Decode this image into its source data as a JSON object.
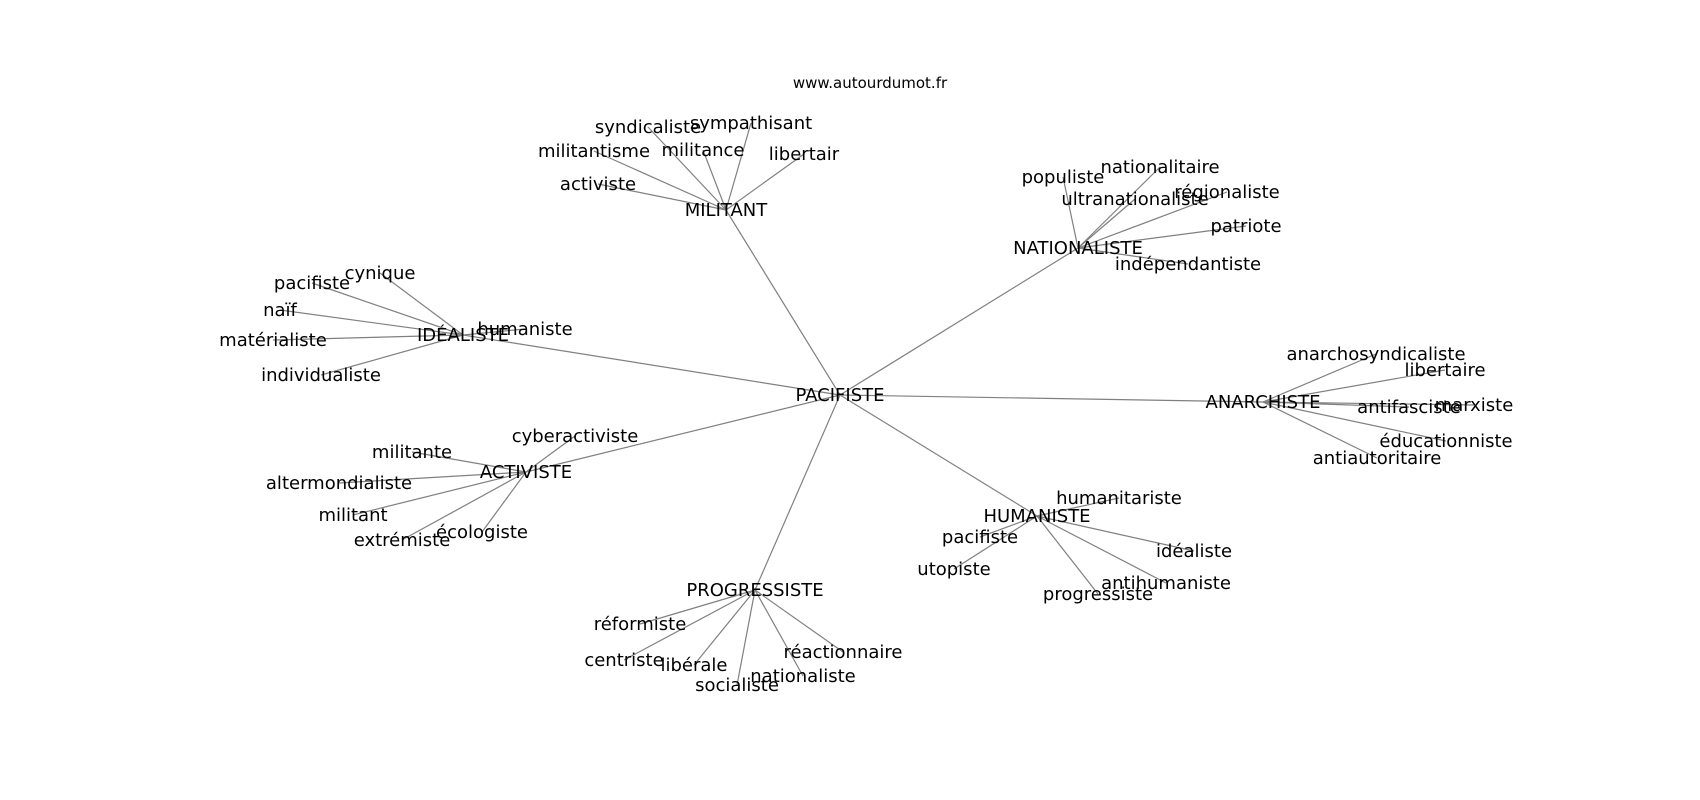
{
  "credit": "www.autourdumot.fr",
  "root": "PACIFISTE",
  "clusters": [
    {
      "id": "militant",
      "label": "MILITANT",
      "words": [
        "syndicaliste",
        "sympathisant",
        "militantisme",
        "militance",
        "libertair",
        "activiste"
      ]
    },
    {
      "id": "nationaliste",
      "label": "NATIONALISTE",
      "words": [
        "populiste",
        "nationalitaire",
        "ultranationaliste",
        "régionaliste",
        "patriote",
        "indépendantiste"
      ]
    },
    {
      "id": "idealiste",
      "label": "IDÉALISTE",
      "words": [
        "cynique",
        "pacifiste",
        "naïf",
        "matérialiste",
        "individualiste",
        "humaniste"
      ]
    },
    {
      "id": "anarchiste",
      "label": "ANARCHISTE",
      "words": [
        "anarchosyndicaliste",
        "libertaire",
        "antifasciste",
        "marxiste",
        "éducationniste",
        "antiautoritaire"
      ]
    },
    {
      "id": "activiste",
      "label": "ACTIVISTE",
      "words": [
        "cyberactiviste",
        "militante",
        "altermondialiste",
        "militant",
        "extrémiste",
        "écologiste"
      ]
    },
    {
      "id": "humaniste",
      "label": "HUMANISTE",
      "words": [
        "humanitariste",
        "pacifiste",
        "idéaliste",
        "utopiste",
        "antihumaniste",
        "progressiste"
      ]
    },
    {
      "id": "progressiste",
      "label": "PROGRESSISTE",
      "words": [
        "réformiste",
        "centriste",
        "libérale",
        "socialiste",
        "réactionnaire",
        "nationaliste"
      ]
    }
  ]
}
